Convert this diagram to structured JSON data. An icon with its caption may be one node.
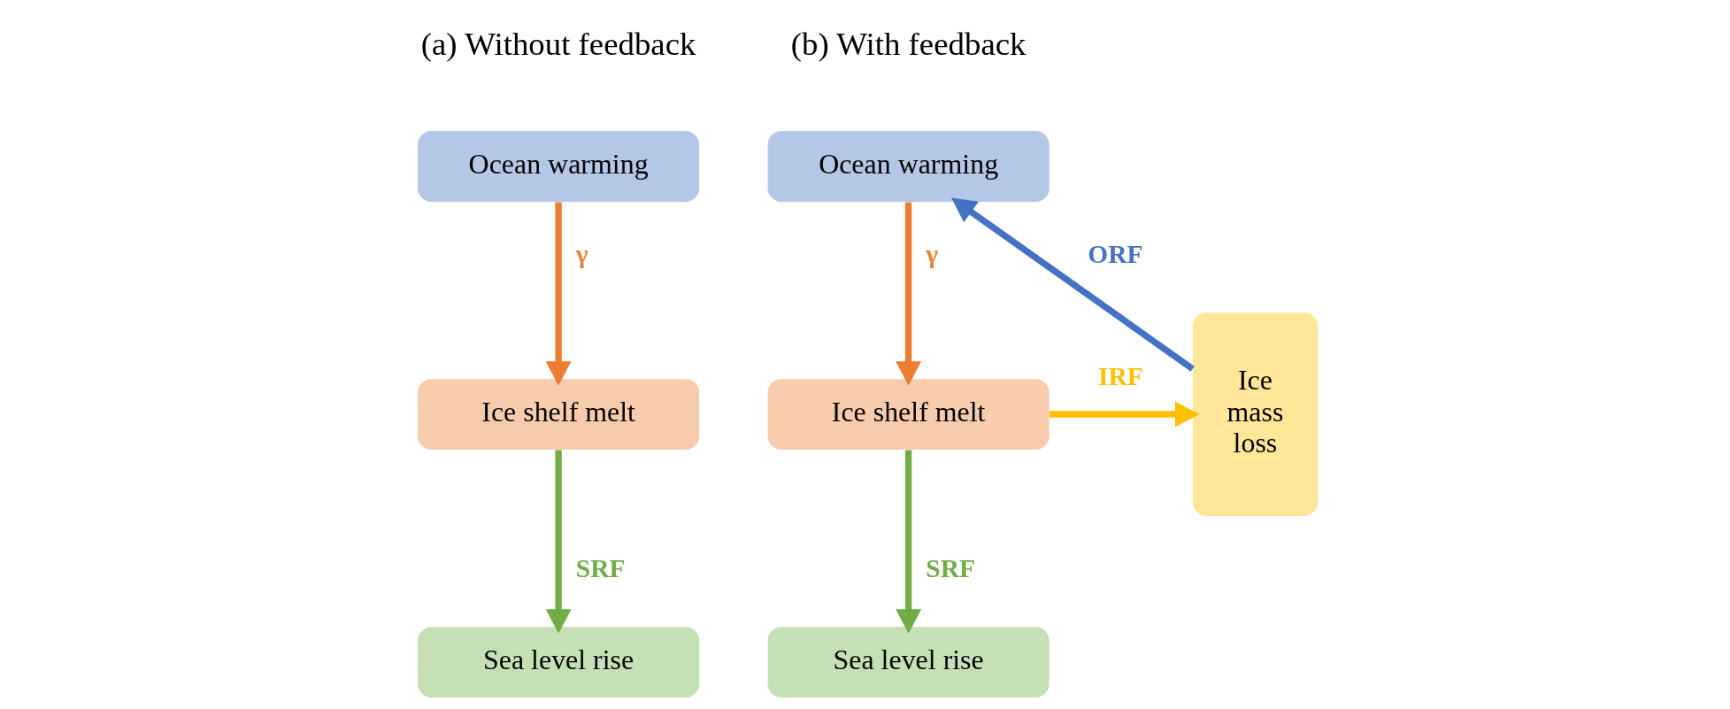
{
  "diagram": {
    "nodes": [
      {
        "text": [
          "Ocean warming"
        ]
      },
      {
        "text": [
          "Ice shelf melt"
        ]
      },
      {
        "text": [
          "Sea level rise"
        ]
      },
      {
        "text": [
          "Ocean warming"
        ]
      },
      {
        "text": [
          "Ice shelf melt"
        ]
      },
      {
        "text": [
          "Sea level rise"
        ]
      },
      {
        "text": [
          "Ice mass loss"
        ]
      }
    ],
    "edges": [
      {
        "from": 0,
        "to": 1,
        "arrow": "to",
        "label": "γ",
        "color": "#ed7d31"
      },
      {
        "from": 1,
        "to": 2,
        "arrow": "to",
        "label": "SRF",
        "color": "#70ad47"
      },
      {
        "from": 3,
        "to": 4,
        "arrow": "to",
        "label": "γ",
        "color": "#ed7d31"
      },
      {
        "from": 4,
        "to": 5,
        "arrow": "to",
        "label": "SRF",
        "color": "#70ad47"
      },
      {
        "from": 6,
        "to": 3,
        "arrow": "to",
        "label": "ORF",
        "color": "#4472c4"
      },
      {
        "from": 4,
        "to": 6,
        "arrow": "to",
        "label": "IRF",
        "color": "#ffc000"
      }
    ],
    "labels": [
      "(a) Without feedback",
      "(b) With feedback"
    ]
  }
}
